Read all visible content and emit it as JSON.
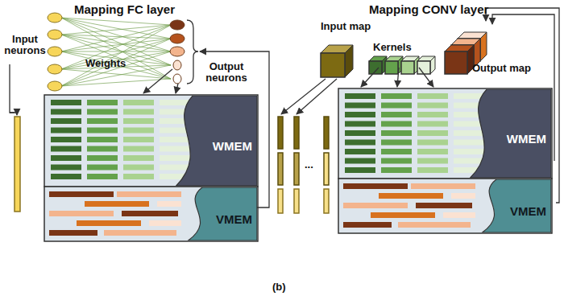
{
  "diagram": {
    "nodes": [
      {
        "text": [
          "WMEM"
        ]
      },
      {
        "text": [
          "VMEM"
        ]
      },
      {
        "text": [
          "WMEM"
        ]
      },
      {
        "text": [
          "VMEM"
        ]
      }
    ],
    "labels": [
      "Mapping FC layer",
      "Input neurons",
      "Weights",
      "Output neurons",
      "Mapping CONV layer",
      "Input map",
      "Kernels",
      "Output map",
      "...",
      "(b)"
    ]
  }
}
